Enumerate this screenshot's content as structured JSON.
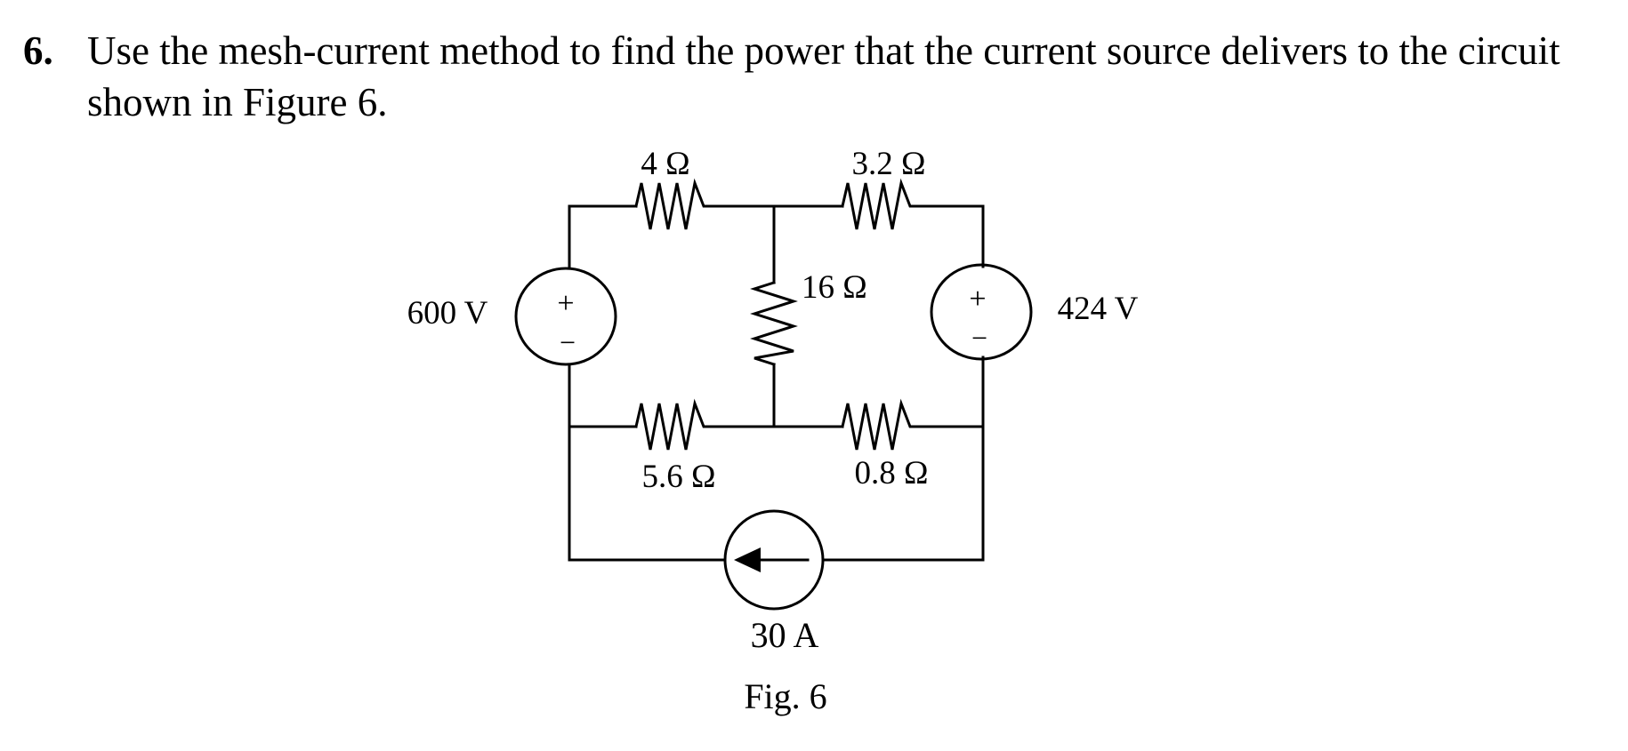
{
  "problem": {
    "number": "6.",
    "text": "Use the mesh-current method to find the power that the current source delivers to the circuit shown in Figure 6."
  },
  "circuit": {
    "r_top_left": "4 Ω",
    "r_top_right": "3.2 Ω",
    "r_middle": "16 Ω",
    "r_bottom_left": "5.6 Ω",
    "r_bottom_right": "0.8 Ω",
    "v_left": "600 V",
    "v_right": "424 V",
    "i_source": "30 A",
    "plus": "+",
    "minus": "−",
    "caption": "Fig. 6"
  }
}
